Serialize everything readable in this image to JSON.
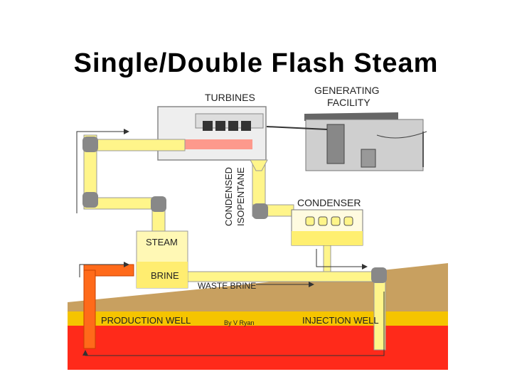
{
  "title": "Single/Double Flash Steam",
  "labels": {
    "turbines": "TURBINES",
    "generating_line1": "GENERATING",
    "generating_line2": "FACILITY",
    "condensed_line1": "CONDENSED",
    "condensed_line2": "ISOPENTANE",
    "condenser": "CONDENSER",
    "steam": "STEAM",
    "brine": "BRINE",
    "waste_brine": "WASTE BRINE",
    "production_well": "PRODUCTION WELL",
    "injection_well": "INJECTION WELL",
    "credit": "By V Ryan"
  },
  "colors": {
    "pipe_yellow": "#fff58a",
    "pipe_orange": "#ff6a1a",
    "ground_brown": "#c8a060",
    "ground_yellow": "#f5c400",
    "ground_red": "#ff2a1a"
  }
}
